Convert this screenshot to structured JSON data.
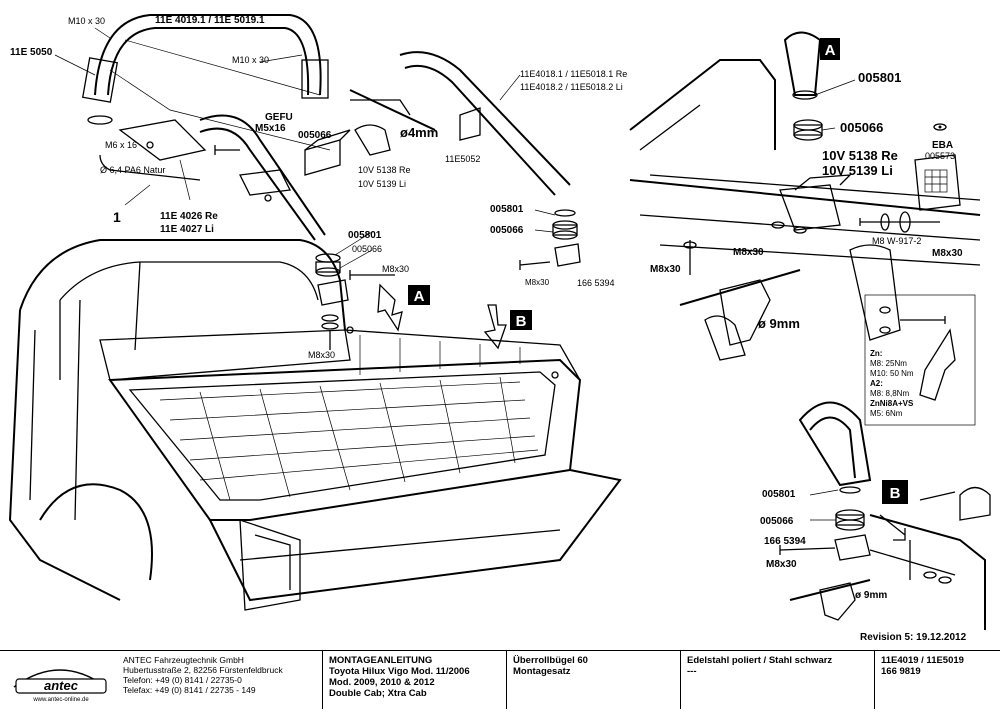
{
  "labels": {
    "m10x30_top": "M10 x 30",
    "bar_top": "11E 4019.1 / 11E 5019.1",
    "e5050": "11E 5050",
    "m10x30_mid": "M10 x 30",
    "gefu": "GEFU",
    "m5x16": "M5x16",
    "c005066_a": "005066",
    "drill4": "ø4mm",
    "m6x16": "M6 x 16",
    "pa6": "Ø 6,4 PA6 Natur",
    "v5138re_s": "10V 5138 Re",
    "v5139li_s": "10V 5139 Li",
    "e5052": "11E5052",
    "item1": "1",
    "e4026re": "11E 4026 Re",
    "e4027li": "11E 4027 Li",
    "bar_right_1": "11E4018.1 / 11E5018.1 Re",
    "bar_right_2": "11E4018.2 / 11E5018.2 Li",
    "c005801_a": "005801",
    "c005066_b": "005066",
    "m8x30_a": "M8x30",
    "m8x30_b": "M8x30",
    "c005801_b": "005801",
    "c005066_c": "005066",
    "m8x30_c": "M8x30",
    "c1665394_a": "166 5394",
    "arrowA": "A",
    "arrowB": "B",
    "boxA": "A",
    "boxB": "B",
    "c005801_big": "005801",
    "c005066_big": "005066",
    "v5138re": "10V 5138 Re",
    "v5139li": "10V 5139 Li",
    "eba": "EBA",
    "c005573": "005573",
    "m8x30_d": "M8x30",
    "m8x30_e": "M8x30",
    "m8w917": "M8 W-917-2",
    "m8x30_f": "M8x30",
    "drill9_a": "ø 9mm",
    "zn": "Zn:",
    "m8_25": "M8: 25Nm",
    "m10_50": "M10: 50 Nm",
    "a2": "A2:",
    "m8_88": "M8: 8,8Nm",
    "znni": "ZnNi8A+VS",
    "m5_6": "M5: 6Nm",
    "c005801_c": "005801",
    "c005066_d": "005066",
    "c1665394_b": "166 5394",
    "m8x30_g": "M8x30",
    "drill9_b": "ø 9mm"
  },
  "revision": "Revision 5: 19.12.2012",
  "titleblock": {
    "logo_text": "antec",
    "logo_url": "www.antec-online.de",
    "company": "ANTEC Fahrzeugtechnik GmbH",
    "street": "Hubertusstraße 2, 82256 Fürstenfeldbruck",
    "phone": "Telefon: +49 (0) 8141 / 22735-0",
    "fax": "Telefax: +49 (0) 8141 / 22735 - 149",
    "doc_title": "MONTAGEANLEITUNG",
    "vehicle": "Toyota Hilux Vigo Mod. 11/2006",
    "model_years": "Mod. 2009, 2010 & 2012",
    "cab": "Double Cab; Xtra Cab",
    "product": "Überrollbügel 60",
    "kit": "Montagesatz",
    "material": "Edelstahl poliert / Stahl schwarz",
    "material_note": "---",
    "part_no": "11E4019 / 11E5019",
    "part_no2": "166 9819"
  }
}
